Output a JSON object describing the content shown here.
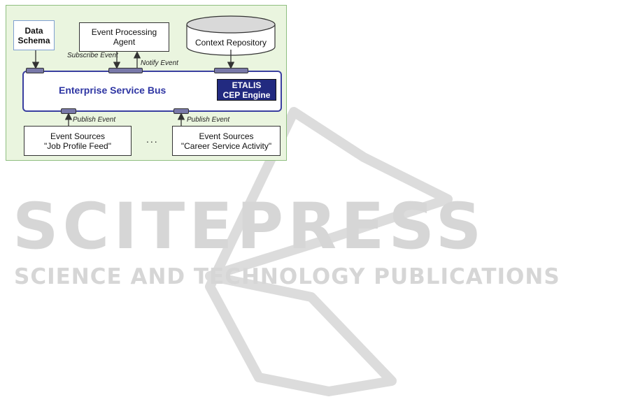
{
  "diagram": {
    "data_schema": "Data Schema",
    "data_schema_lines": [
      "Data",
      "Schema"
    ],
    "agent_lines": [
      "Event Processing",
      "Agent"
    ],
    "repository": "Context Repository",
    "subscribe_event": "Subscribe Event",
    "notify_event": "Notify Event",
    "bus": "Enterprise Service Bus",
    "engine_lines": [
      "ETALIS",
      "CEP Engine"
    ],
    "publish_event_1": "Publish Event",
    "publish_event_2": "Publish Event",
    "source1_lines": [
      "Event Sources",
      "\"Job Profile Feed\""
    ],
    "source2_lines": [
      "Event Sources",
      "\"Career Service Activity\""
    ],
    "ellipsis": "..."
  },
  "watermark": {
    "title": "SCITEPRESS",
    "subtitle": "SCIENCE AND TECHNOLOGY PUBLICATIONS"
  }
}
